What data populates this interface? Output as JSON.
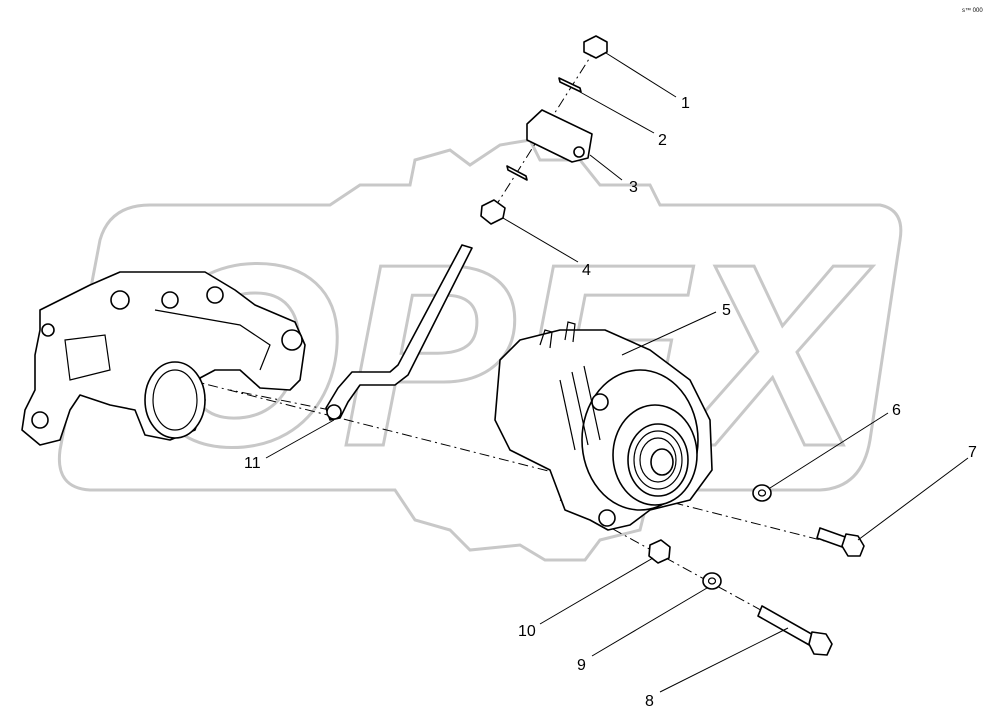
{
  "corner_mark": "s™ 000",
  "watermark": {
    "text": "OPEX",
    "color": "#c8c8c8"
  },
  "callouts": [
    "1",
    "2",
    "3",
    "4",
    "5",
    "6",
    "7",
    "8",
    "9",
    "10",
    "11"
  ],
  "line_color": "#000000",
  "background": "#ffffff"
}
